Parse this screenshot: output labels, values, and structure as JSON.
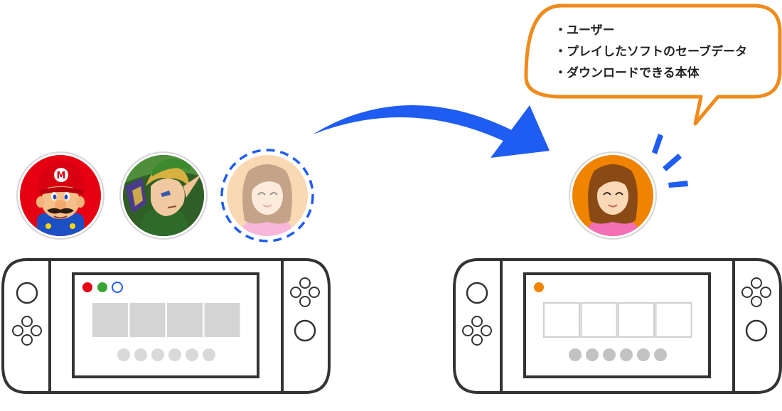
{
  "speech_bubble": {
    "items": [
      "・ユーザー",
      "・プレイしたソフトのセーブデータ",
      "・ダウンロードできる本体"
    ]
  },
  "source_console": {
    "avatars": [
      {
        "name": "mario-avatar-icon",
        "color": "#e60012",
        "selected": false
      },
      {
        "name": "link-avatar-icon",
        "color": "#3a7a2a",
        "selected": false
      },
      {
        "name": "mii-avatar-icon",
        "color": "#ffd7b0",
        "selected": true
      }
    ],
    "user_dots": [
      {
        "fill": "#e60012",
        "outlined": false
      },
      {
        "fill": "#3aa335",
        "outlined": false
      },
      {
        "fill": "#ffffff",
        "outlined": true
      }
    ],
    "software_slots": 4,
    "page_dots": 6
  },
  "target_console": {
    "avatars": [
      {
        "name": "mii-avatar-icon",
        "color": "#f08300",
        "selected": false
      }
    ],
    "user_dots": [
      {
        "fill": "#f08300",
        "outlined": false
      }
    ],
    "software_slots": 4,
    "page_dots": 6
  },
  "colors": {
    "arrow": "#1f5cf2",
    "bubble_border": "#f08a1a",
    "selection_dash": "#1f5cf2",
    "console_outline": "#333333",
    "slot_filled": "#d4d4d4",
    "slot_empty_border": "#cfcfcf",
    "page_dot_light": "#d9d9d9",
    "page_dot_dark": "#c2c2c2"
  }
}
